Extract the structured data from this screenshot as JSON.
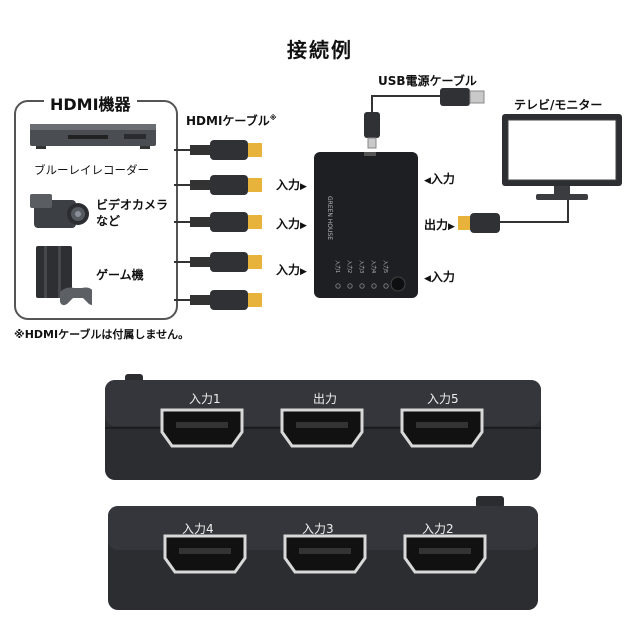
{
  "title": "接続例",
  "devices_group": {
    "heading": "HDMI機器",
    "bluray": "ブルーレイレコーダー",
    "camera_line1": "ビデオカメラ",
    "camera_line2": "など",
    "game": "ゲーム機"
  },
  "cable_label": "HDMIケーブル",
  "cable_mark": "※",
  "usb_label": "USB電源ケーブル",
  "tv_label": "テレビ/モニター",
  "input_label": "入力",
  "output_label": "出力",
  "arrow_right": "▶",
  "arrow_left": "◀",
  "note": "※HDMIケーブルは付属しません。",
  "switch_brand": "GREEN HOUSE",
  "switch_leds": [
    "入力1",
    "入力2",
    "入力3",
    "入力4",
    "入力5"
  ],
  "front_panel": [
    "入力1",
    "出力",
    "入力5"
  ],
  "back_panel": [
    "入力4",
    "入力3",
    "入力2"
  ],
  "colors": {
    "plug_gold": "#e8b33a",
    "cable_dark": "#333333",
    "switch_body": "#1d1f22"
  }
}
